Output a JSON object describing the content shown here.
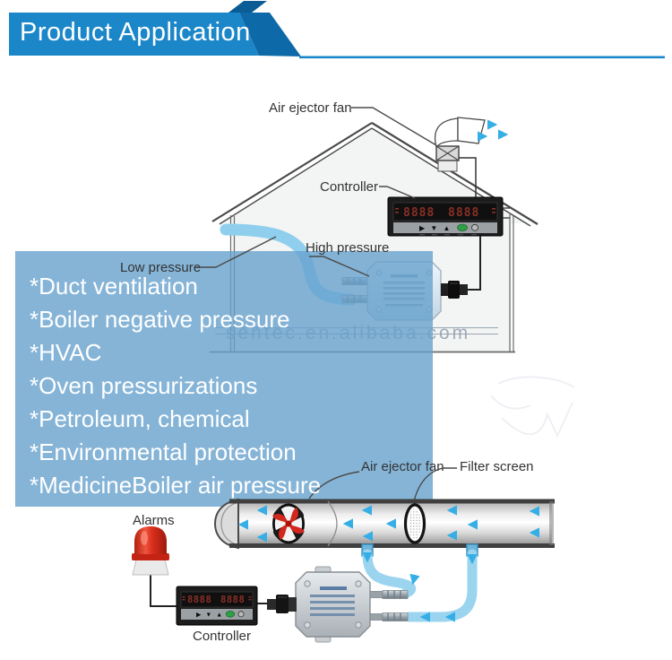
{
  "header": {
    "title": "Product Application",
    "banner_color": "#1b87c9",
    "fold_color": "#0e69a8",
    "corner_color": "#0b5c94"
  },
  "labels": {
    "air_ejector_fan_house": "Air ejector fan",
    "controller_house": "Controller",
    "high_pressure": "High pressure",
    "low_pressure": "Low pressure",
    "air_ejector_fan_duct": "Air ejector fan",
    "filter_screen": "Filter screen",
    "alarms": "Alarms",
    "controller_duct": "Controller"
  },
  "overlay": {
    "items": [
      "*Duct ventilation",
      "*Boiler negative pressure",
      "*HVAC",
      "*Oven pressurizations",
      "*Petroleum, chemical",
      "*Environmental protection",
      "*MedicineBoiler air pressure"
    ],
    "background": "#67a1cd",
    "text_color": "#ffffff"
  },
  "watermark": {
    "text": "sentec.en.alibaba.com",
    "color": "#98a4b0"
  },
  "controller_display": {
    "pv": "8888",
    "sv": "8888"
  },
  "icons": {
    "controller_buttons": "▶ ▼ ▲"
  },
  "colors": {
    "flow_arrow": "#35aee6",
    "tube_blue": "#9bd4ef",
    "alarm_red": "#d92f1d",
    "fan_blade_red": "#d2281e",
    "duct_rim": "#3f3f3f"
  }
}
